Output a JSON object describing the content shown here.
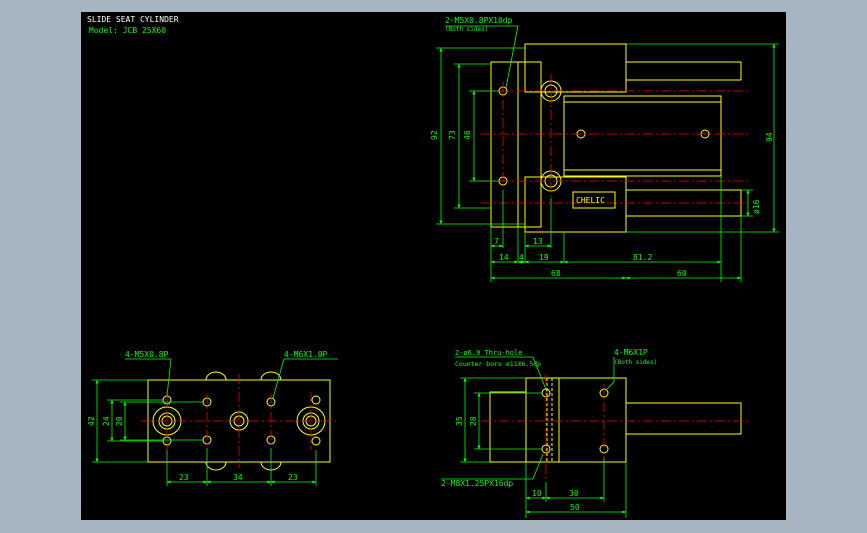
{
  "drawing": {
    "title": "SLIDE SEAT CYLINDER",
    "model": "Model: JCB 25X60"
  },
  "top_view": {
    "note_holes": "2-M5X0.8PX10dp",
    "note_holes_sub": "(Both sides)",
    "dim_92": "92",
    "dim_73": "73",
    "dim_46": "46",
    "dim_94": "94",
    "dim_16": "ø16",
    "dim_7": "7",
    "dim_13": "13",
    "dim_14": "14",
    "dim_4": "4",
    "dim_19": "19",
    "dim_81_2": "81.2",
    "dim_68": "68",
    "dim_60": "60",
    "brand": "CHELIC"
  },
  "bottom_left_view": {
    "note_m5": "4-M5X0.8P",
    "note_m6": "4-M6X1.0P",
    "dim_42": "42",
    "dim_24": "24",
    "dim_20": "20",
    "dim_23a": "23",
    "dim_34": "34",
    "dim_23b": "23"
  },
  "bottom_right_view": {
    "note_thru": "2-ø6.9  Thru-hole",
    "note_cbore": "Counter bore  ø11X6.5dp",
    "note_m6": "4-M6X1P",
    "note_m6_sub": "(Both sides)",
    "note_m8": "2-M8X1.25PX16dp",
    "dim_35": "35",
    "dim_28": "28",
    "dim_10": "10",
    "dim_30": "30",
    "dim_50": "50"
  }
}
